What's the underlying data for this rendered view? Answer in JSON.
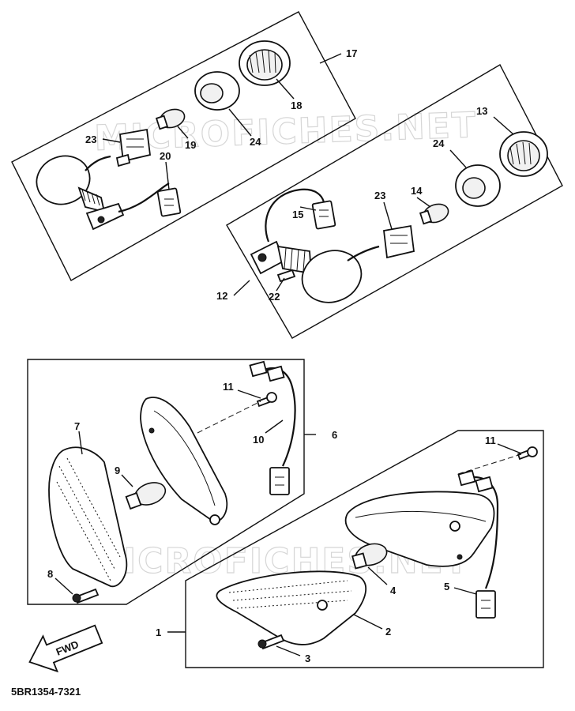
{
  "watermark": "MICROFICHES.NET",
  "diagram_code": "5BR1354-7321",
  "fwd_label": "FWD",
  "callouts": {
    "c1": "1",
    "c2": "2",
    "c3": "3",
    "c4": "4",
    "c5": "5",
    "c6": "6",
    "c7": "7",
    "c8": "8",
    "c9": "9",
    "c10": "10",
    "c11a": "11",
    "c11b": "11",
    "c12": "12",
    "c13": "13",
    "c14": "14",
    "c15": "15",
    "c17": "17",
    "c18": "18",
    "c19": "19",
    "c20": "20",
    "c22": "22",
    "c23a": "23",
    "c23b": "23",
    "c24a": "24",
    "c24b": "24"
  }
}
